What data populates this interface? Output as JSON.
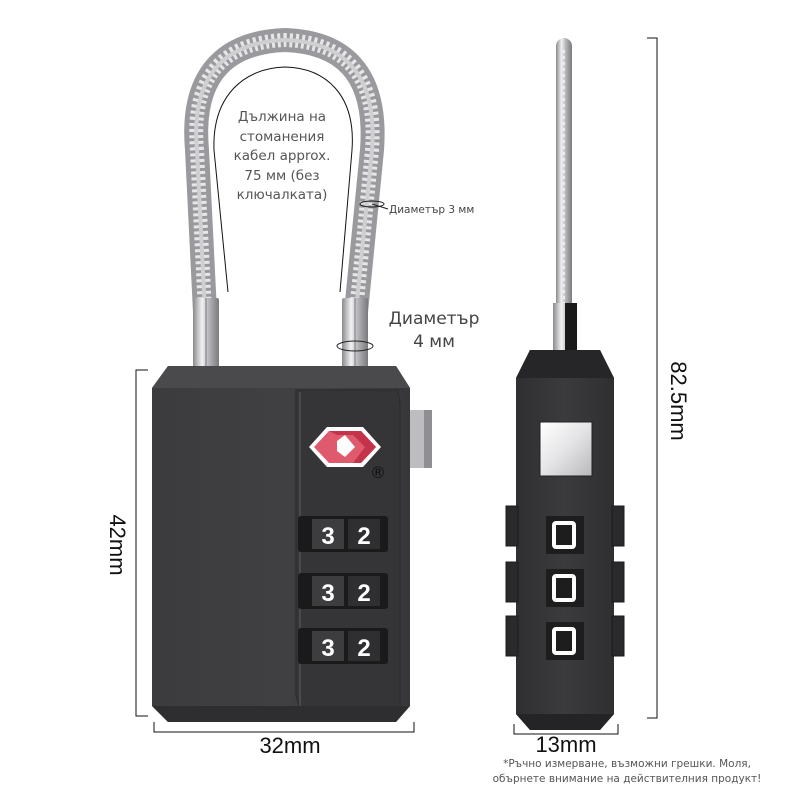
{
  "product": {
    "type": "TSA combination cable padlock",
    "views": [
      "front",
      "side"
    ]
  },
  "annotations": {
    "cable_length_note": "Дължина на стоманения кабел approx. 75 мм (без ключалката)",
    "cable_length_lines": [
      "Дължина на",
      "стоманения",
      "кабел approx.",
      "75 мм (без",
      "ключалката)"
    ],
    "cable_diameter": "Диаметър 3 мм",
    "shackle_diameter_lines": [
      "Диаметър",
      "4 мм"
    ]
  },
  "dimensions": {
    "body_height": "42mm",
    "body_width": "32mm",
    "total_height": "82.5mm",
    "body_depth": "13mm"
  },
  "front_view": {
    "dials": [
      {
        "digits": [
          "3",
          "2"
        ]
      },
      {
        "digits": [
          "3",
          "2"
        ]
      },
      {
        "digits": [
          "3",
          "2"
        ]
      }
    ],
    "logo": "tsa-diamond-logo",
    "registered_mark": "®"
  },
  "side_view": {
    "dials": [
      "0",
      "0",
      "0"
    ]
  },
  "disclaimer_lines": [
    "*Ръчно измерване, възможни грешки. Моля,",
    "обърнете внимание на действителния продукт!"
  ],
  "colors": {
    "body": "#3a3a3c",
    "body_dark": "#2a2a2c",
    "steel": "#c9c9cc",
    "logo_red": "#d8465a",
    "dimension_line": "#111111",
    "text": "#444444"
  }
}
